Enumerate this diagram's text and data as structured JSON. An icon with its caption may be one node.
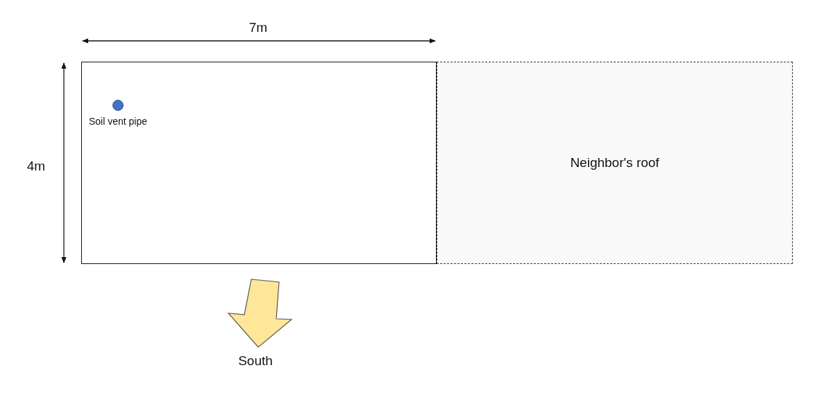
{
  "diagram": {
    "nodes": [
      {
        "text": [],
        "shape": "box"
      },
      {
        "text": [],
        "shape": "circle",
        "in": 0,
        "beside": [
          "Soil vent pipe"
        ]
      },
      {
        "text": [
          "Neighbor's roof"
        ]
      }
    ],
    "labels": [
      "7m",
      "4m",
      "South"
    ]
  }
}
